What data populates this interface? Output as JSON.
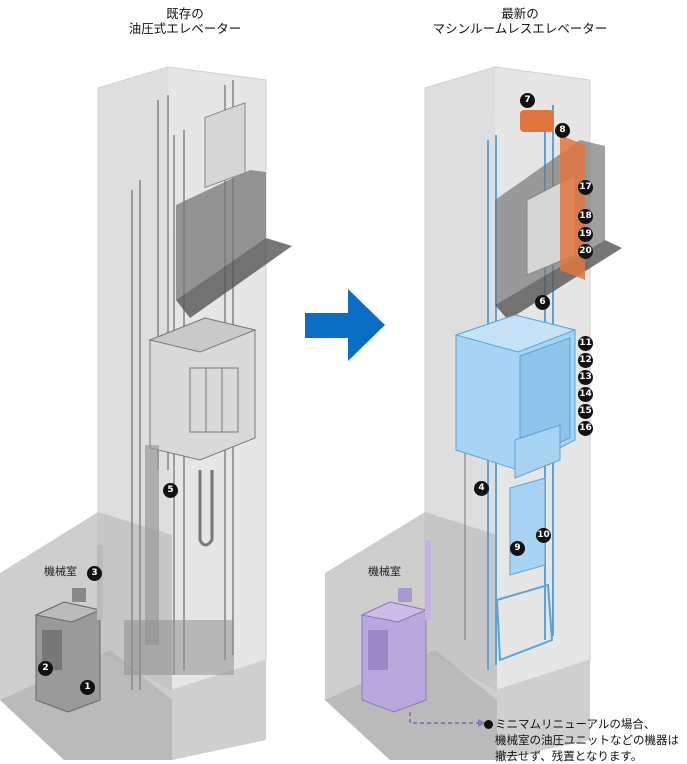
{
  "titles": {
    "left": [
      "既存の",
      "油圧式エレベーター"
    ],
    "right": [
      "最新の",
      "マシンルームレスエレベーター"
    ]
  },
  "labels": {
    "left_machine_room": "機械室",
    "right_machine_room": "機械室"
  },
  "badges_left": [
    "1",
    "2",
    "3",
    "5"
  ],
  "badges_right": [
    "4",
    "6",
    "7",
    "8",
    "9",
    "10",
    "11",
    "12",
    "13",
    "14",
    "15",
    "16",
    "17",
    "18",
    "19",
    "20"
  ],
  "note": {
    "lines": [
      "ミニマムリニューアルの場合、",
      "機械室の油圧ユニットなどの機器は",
      "撤去せず、残置となります。"
    ]
  },
  "colors": {
    "arrow": "#0a6fc4",
    "new_parts": "#a9d3f2",
    "traction_machine": "#e0763f",
    "existing_unit": "#b9a8dc",
    "shaft": "#e3e3e3"
  }
}
